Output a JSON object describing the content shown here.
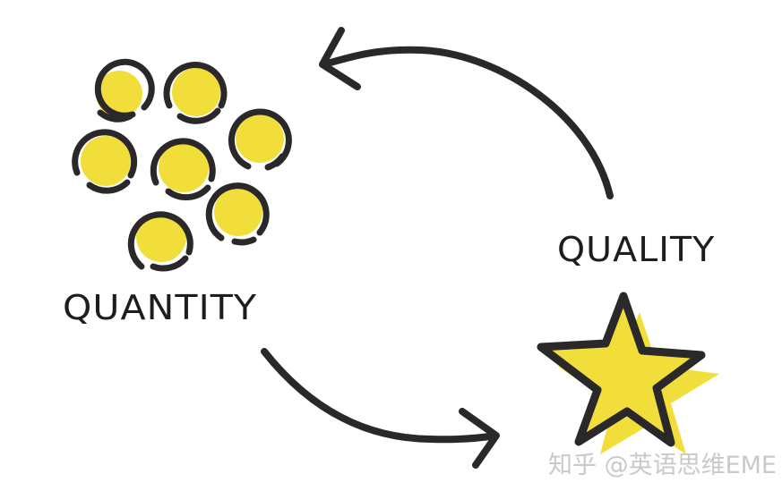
{
  "diagram": {
    "labels": {
      "quantity": "QUANTITY",
      "quality": "QUALITY"
    },
    "icons": {
      "quantity_icon": "circles-cluster-icon",
      "quality_icon": "star-icon",
      "arrow_top": "curved-arrow-left-icon",
      "arrow_bottom": "curved-arrow-right-icon"
    },
    "colors": {
      "fill_yellow": "#f1de3b",
      "stroke_dark": "#2b2829",
      "text": "#1d1d1d",
      "watermark": "#c9c9c9",
      "background": "#ffffff"
    },
    "watermark": "知乎 @英语思维EME"
  }
}
